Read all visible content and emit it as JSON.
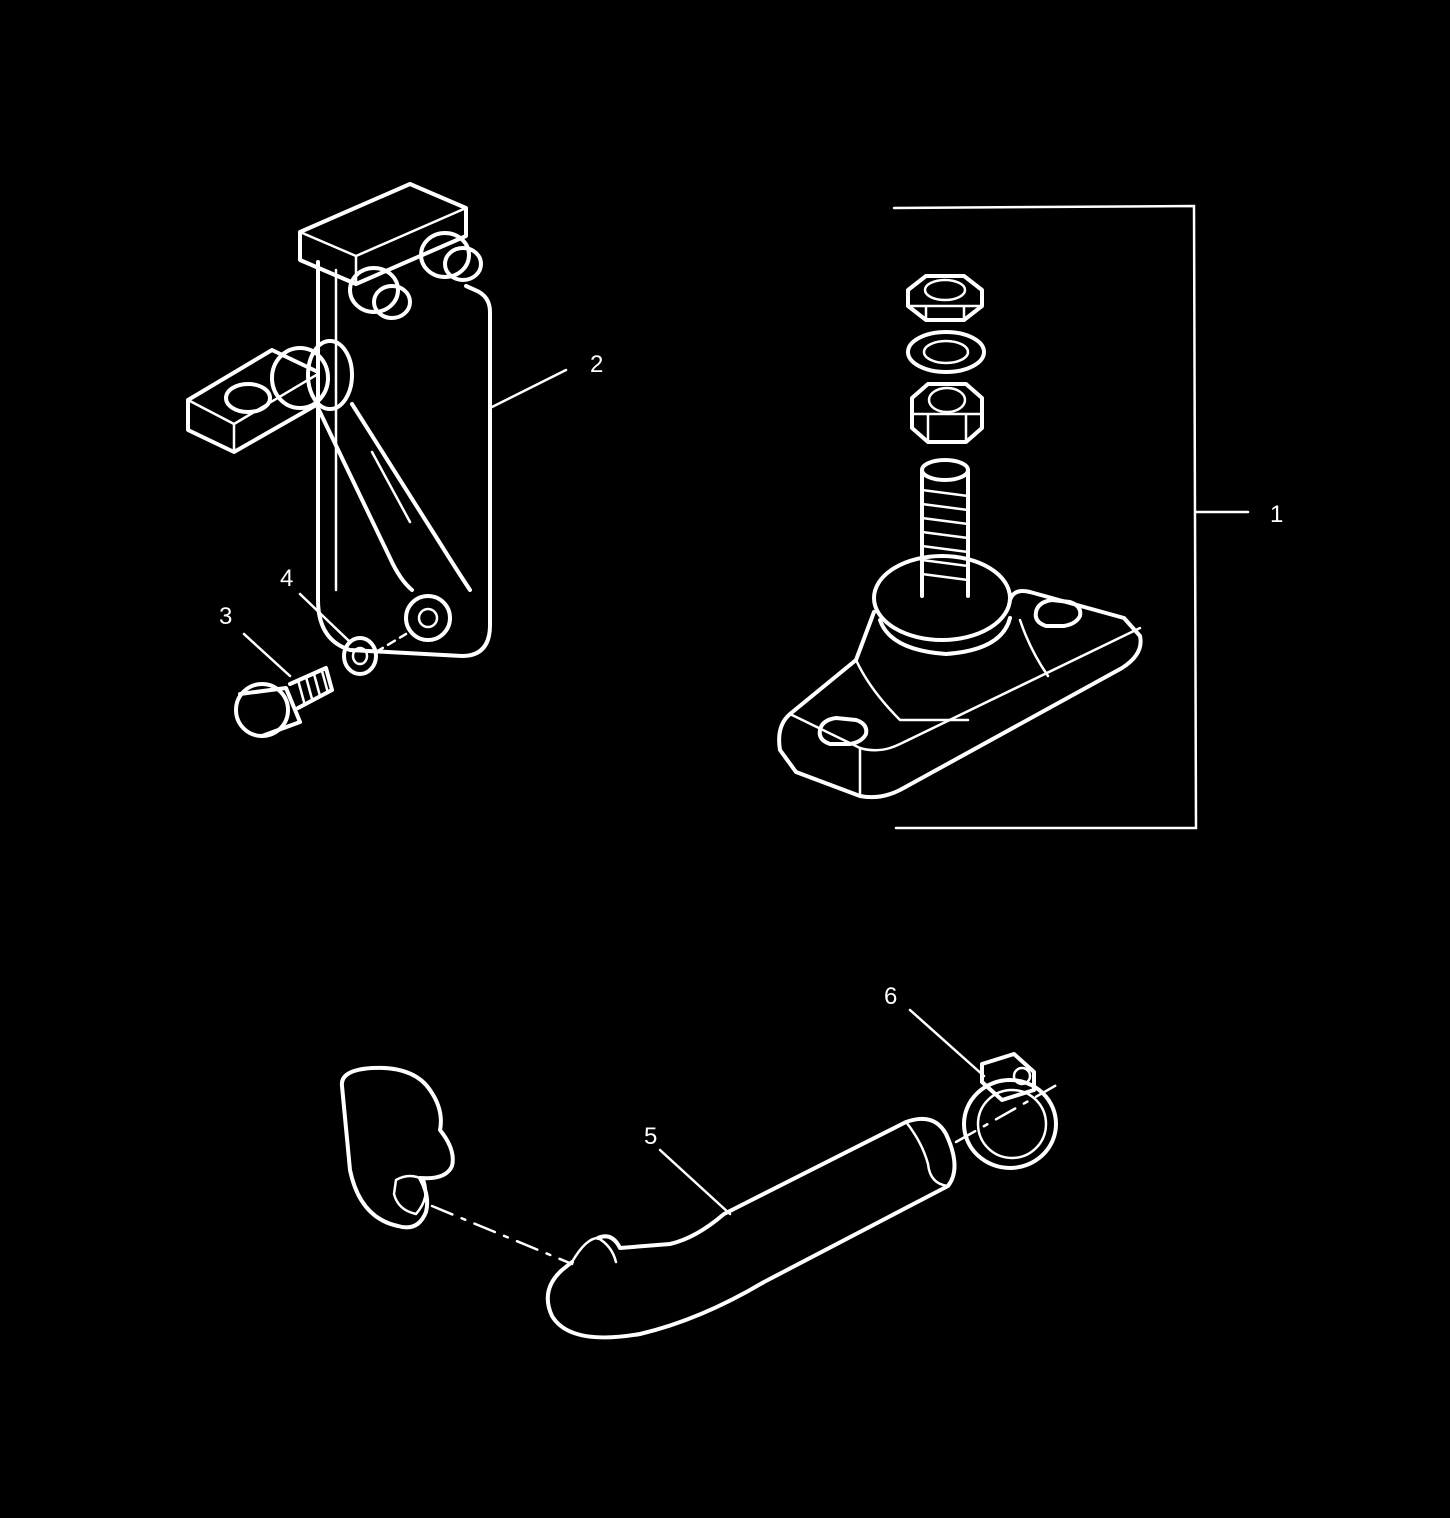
{
  "colors": {
    "background": "#000000",
    "linework": "#ffffff"
  },
  "callouts": {
    "c1": "1",
    "c2": "2",
    "c3": "3",
    "c4": "4",
    "c5": "5",
    "c6": "6"
  }
}
